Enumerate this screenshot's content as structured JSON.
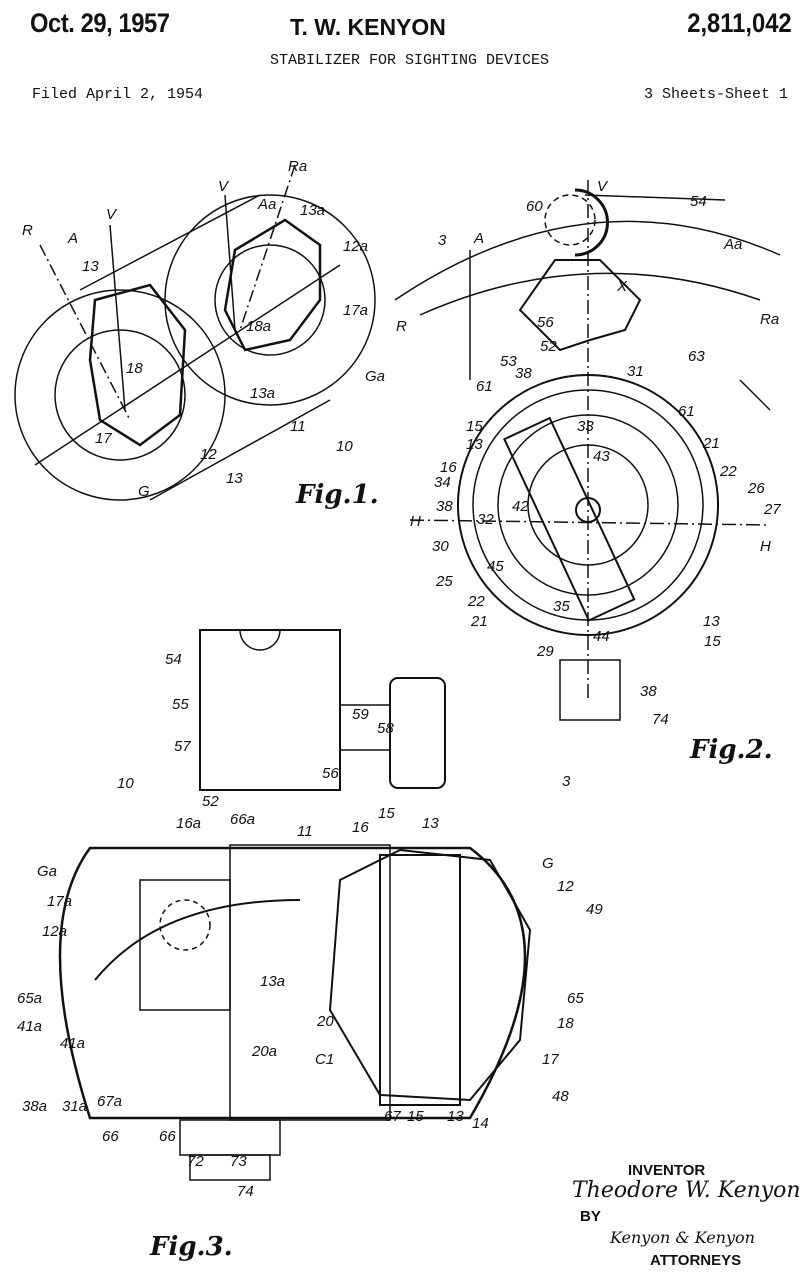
{
  "header": {
    "date": "Oct. 29, 1957",
    "inventor": "T. W. KENYON",
    "patent_number": "2,811,042",
    "title": "STABILIZER FOR SIGHTING DEVICES",
    "filed": "Filed April 2, 1954",
    "sheets": "3 Sheets-Sheet 1"
  },
  "figures": {
    "fig1": {
      "label": "Fig.1.",
      "refs": [
        "R",
        "A",
        "V",
        "V",
        "Aa",
        "Ra",
        "13a",
        "12a",
        "13",
        "18",
        "18a",
        "17a",
        "Ga",
        "13a",
        "17",
        "12",
        "13",
        "G",
        "11",
        "10"
      ]
    },
    "fig2": {
      "label": "Fig.2.",
      "refs": [
        "V",
        "60",
        "54",
        "3",
        "A",
        "Aa",
        "X",
        "R",
        "Ra",
        "56",
        "52",
        "53",
        "38",
        "63",
        "31",
        "61",
        "61",
        "33",
        "15",
        "13",
        "43",
        "21",
        "16",
        "34",
        "22",
        "26",
        "38",
        "32",
        "42",
        "27",
        "H",
        "H",
        "30",
        "25",
        "45",
        "22",
        "21",
        "35",
        "44",
        "13",
        "15",
        "29",
        "38",
        "74",
        "3"
      ]
    },
    "fig3": {
      "label": "Fig.3.",
      "refs": [
        "54",
        "59",
        "58",
        "55",
        "57",
        "56",
        "52",
        "10",
        "16a",
        "66a",
        "11",
        "16",
        "15",
        "13",
        "Ga",
        "G",
        "12",
        "17a",
        "12a",
        "49",
        "65a",
        "41a",
        "41a",
        "13a",
        "20",
        "18",
        "65",
        "20a",
        "C1",
        "17",
        "48",
        "38a",
        "31a",
        "67a",
        "14",
        "66",
        "66",
        "67",
        "15",
        "13",
        "72",
        "73",
        "74"
      ]
    }
  },
  "signature_block": {
    "inventor_label": "INVENTOR",
    "inventor_name": "Theodore W. Kenyon",
    "by": "BY",
    "attorney_signature": "Kenyon & Kenyon",
    "attorneys_label": "ATTORNEYS"
  }
}
